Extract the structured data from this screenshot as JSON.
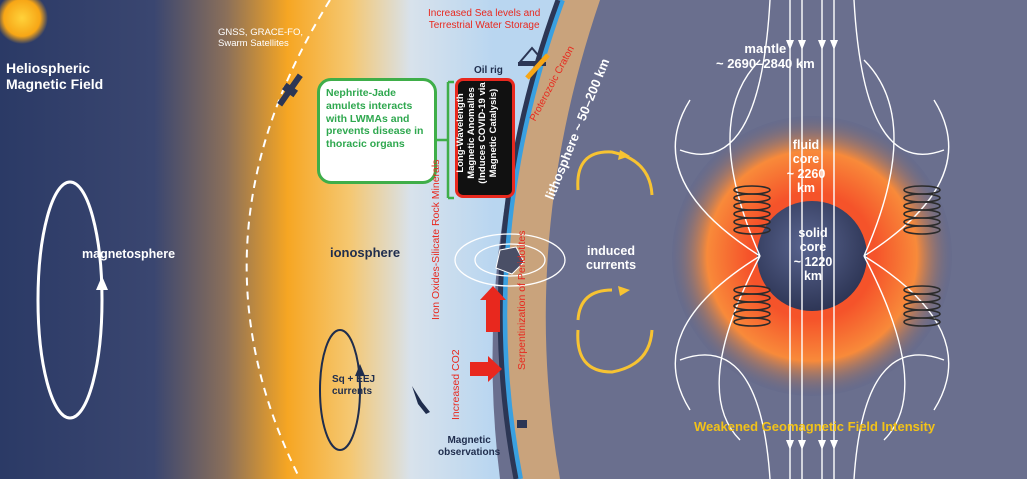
{
  "labels": {
    "heliospheric": "Heliospheric\nMagnetic Field",
    "satellites": "GNSS, GRACE-FO,\nSwarm Satellites",
    "sea_levels": "Increased Sea levels and\nTerrestrial Water Storage",
    "oil_rig": "Oil rig",
    "proterozoic": "Proterozoic Craton",
    "lithosphere": "lithosphere ~ 50–200 km",
    "mantle": "mantle\n~ 2690–2840 km",
    "fluid_core": "fluid\ncore\n~ 2260\nkm",
    "solid_core": "solid\ncore\n~ 1220\nkm",
    "jade": "Nephrite-Jade amulets interacts with LWMAs and prevents disease in thoracic organs",
    "lwma": "Long-Wavelength Magnetic Anomalies (Induces COVID-19 via Magnetic Catalysis)",
    "magnetosphere": "magnetosphere",
    "ionosphere": "ionosphere",
    "iron_oxides": "Iron Oxides-Silicate Rock Minerals",
    "serpentinization": "Serpentinization of Peridotites",
    "increased_co2": "Increased CO2",
    "induced_currents": "induced\ncurrents",
    "sq_eej": "Sq + EEJ\ncurrents",
    "magnetic_obs": "Magnetic\nobservations",
    "weakened": "Weakened Geomagnetic Field Intensity"
  },
  "colors": {
    "space": "#2b3a66",
    "aurora": "#f6a623",
    "ionosphere": "#b9d6f0",
    "lithosphere": "#c9a37c",
    "mantle": "#5a6287",
    "outer_core": "#f5532a",
    "inner_core": "#3e4768",
    "arrow_red": "#e8281e",
    "jade_green": "#3fae49",
    "text_yellow": "#f2c218"
  },
  "icons": [
    "sun-icon",
    "satellite-icon",
    "oil-rig-icon",
    "magnetometer-icon",
    "ship-icon",
    "airplane-icon",
    "rock-mineral-icon"
  ]
}
